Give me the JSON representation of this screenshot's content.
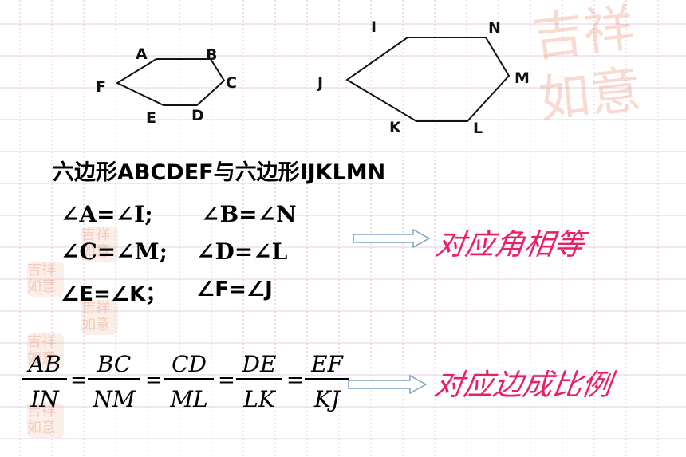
{
  "hexagon_small": {
    "labels": {
      "A": "A",
      "B": "B",
      "C": "C",
      "D": "D",
      "E": "E",
      "F": "F"
    }
  },
  "hexagon_large": {
    "labels": {
      "I": "I",
      "J": "J",
      "K": "K",
      "L": "L",
      "M": "M",
      "N": "N"
    }
  },
  "heading": "六边形ABCDEF与六边形IJKLMN",
  "angle_lines": {
    "row1_left": "∠A=∠I;",
    "row1_right": "∠B=∠N",
    "row2_left": "∠C=∠M;",
    "row2_right": "∠D=∠L",
    "row3_left": "∠E=∠K；",
    "row3_right": "∠F=∠J"
  },
  "conclusion_angles": "对应角相等",
  "ratios": [
    {
      "num": "AB",
      "den": "IN"
    },
    {
      "num": "BC",
      "den": "NM"
    },
    {
      "num": "CD",
      "den": "ML"
    },
    {
      "num": "DE",
      "den": "LK"
    },
    {
      "num": "EF",
      "den": "KJ"
    }
  ],
  "equals_sign": "=",
  "conclusion_sides": "对应边成比例",
  "colors": {
    "accent": "#e8206a",
    "grid": "#d8b8d4",
    "arrow": "#9bbbd8"
  }
}
